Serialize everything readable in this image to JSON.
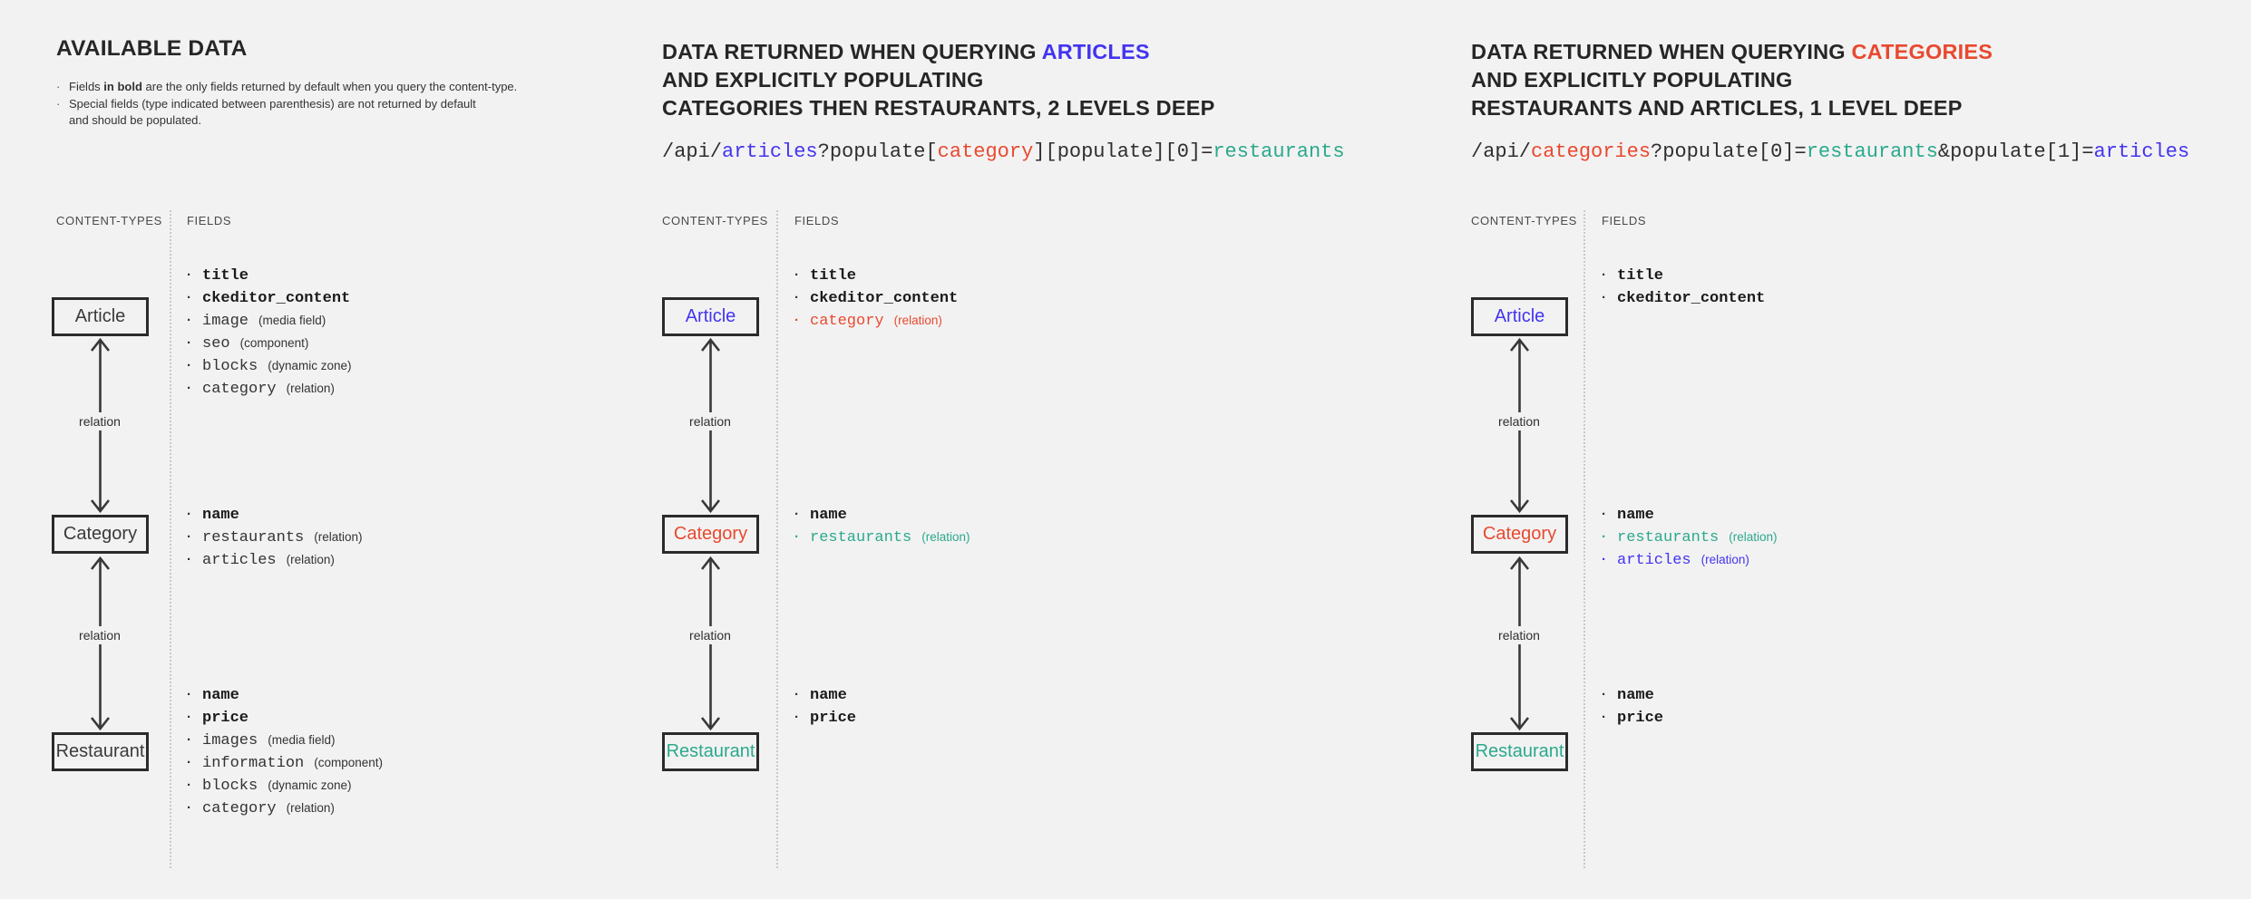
{
  "colors": {
    "blue": "#4334f0",
    "red": "#e8492f",
    "teal": "#2ba98c",
    "dark": "#2f2f2f",
    "background": "#f2f2f2",
    "box_border": "#2b2b2b"
  },
  "left": {
    "title": "AVAILABLE DATA",
    "notes": {
      "n1_pre": "Fields ",
      "n1_bold": "in bold",
      "n1_post": " are the only fields returned by default when you query the content-type.",
      "n2_line1": "Special fields (type indicated between parenthesis) are not returned by default",
      "n2_line2": "and should be populated."
    },
    "content_types_label": "CONTENT-TYPES",
    "fields_label": "FIELDS",
    "relation": "relation",
    "article": {
      "label": "Article",
      "lcls": "box-label",
      "fields": [
        {
          "name": "title",
          "type": "",
          "rcls": "row",
          "ncls": "fname b"
        },
        {
          "name": "ckeditor_content",
          "type": "",
          "rcls": "row",
          "ncls": "fname b"
        },
        {
          "name": "image",
          "type": "(media field)",
          "rcls": "row",
          "ncls": "fname"
        },
        {
          "name": "seo",
          "type": "(component)",
          "rcls": "row",
          "ncls": "fname"
        },
        {
          "name": "blocks",
          "type": "(dynamic zone)",
          "rcls": "row",
          "ncls": "fname"
        },
        {
          "name": "category",
          "type": "(relation)",
          "rcls": "row",
          "ncls": "fname"
        }
      ]
    },
    "category": {
      "label": "Category",
      "lcls": "box-label",
      "fields": [
        {
          "name": "name",
          "type": "",
          "rcls": "row",
          "ncls": "fname b"
        },
        {
          "name": "restaurants",
          "type": "(relation)",
          "rcls": "row",
          "ncls": "fname"
        },
        {
          "name": "articles",
          "type": "(relation)",
          "rcls": "row",
          "ncls": "fname"
        }
      ]
    },
    "restaurant": {
      "label": "Restaurant",
      "lcls": "box-label",
      "fields": [
        {
          "name": "name",
          "type": "",
          "rcls": "row",
          "ncls": "fname b"
        },
        {
          "name": "price",
          "type": "",
          "rcls": "row",
          "ncls": "fname b"
        },
        {
          "name": "images",
          "type": "(media field)",
          "rcls": "row",
          "ncls": "fname"
        },
        {
          "name": "information",
          "type": "(component)",
          "rcls": "row",
          "ncls": "fname"
        },
        {
          "name": "blocks",
          "type": "(dynamic zone)",
          "rcls": "row",
          "ncls": "fname"
        },
        {
          "name": "category",
          "type": "(relation)",
          "rcls": "row",
          "ncls": "fname"
        }
      ]
    }
  },
  "middle": {
    "title_line1_pre": "DATA RETURNED WHEN QUERYING ",
    "title_line1_hl": "ARTICLES",
    "title_hl_cls": "blue",
    "title_line2": "AND EXPLICITLY POPULATING",
    "title_line3": "CATEGORIES THEN RESTAURANTS, 2 LEVELS DEEP",
    "code": [
      {
        "t": "/api/",
        "cls": "tok dark"
      },
      {
        "t": "articles",
        "cls": "tok blue"
      },
      {
        "t": "?populate[",
        "cls": "tok dark"
      },
      {
        "t": "category",
        "cls": "tok red"
      },
      {
        "t": "][populate][0]=",
        "cls": "tok dark"
      },
      {
        "t": "restaurants",
        "cls": "tok teal"
      }
    ],
    "content_types_label": "CONTENT-TYPES",
    "fields_label": "FIELDS",
    "relation": "relation",
    "article": {
      "label": "Article",
      "lcls": "box-label blue",
      "fields": [
        {
          "name": "title",
          "type": "",
          "rcls": "row",
          "ncls": "fname b"
        },
        {
          "name": "ckeditor_content",
          "type": "",
          "rcls": "row",
          "ncls": "fname b"
        },
        {
          "name": "category",
          "type": "(relation)",
          "rcls": "row red",
          "ncls": "fname"
        }
      ]
    },
    "category": {
      "label": "Category",
      "lcls": "box-label red",
      "fields": [
        {
          "name": "name",
          "type": "",
          "rcls": "row",
          "ncls": "fname b"
        },
        {
          "name": "restaurants",
          "type": "(relation)",
          "rcls": "row teal",
          "ncls": "fname"
        }
      ]
    },
    "restaurant": {
      "label": "Restaurant",
      "lcls": "box-label teal",
      "fields": [
        {
          "name": "name",
          "type": "",
          "rcls": "row",
          "ncls": "fname b"
        },
        {
          "name": "price",
          "type": "",
          "rcls": "row",
          "ncls": "fname b"
        }
      ]
    }
  },
  "right": {
    "title_line1_pre": "DATA RETURNED WHEN QUERYING ",
    "title_line1_hl": "CATEGORIES",
    "title_hl_cls": "red",
    "title_line2": "AND EXPLICITLY POPULATING",
    "title_line3": "RESTAURANTS AND ARTICLES, 1 LEVEL DEEP",
    "code": [
      {
        "t": "/api/",
        "cls": "tok dark"
      },
      {
        "t": "categories",
        "cls": "tok red"
      },
      {
        "t": "?populate[0]=",
        "cls": "tok dark"
      },
      {
        "t": "restaurants",
        "cls": "tok teal"
      },
      {
        "t": "&populate[1]=",
        "cls": "tok dark"
      },
      {
        "t": "articles",
        "cls": "tok blue"
      }
    ],
    "content_types_label": "CONTENT-TYPES",
    "fields_label": "FIELDS",
    "relation": "relation",
    "article": {
      "label": "Article",
      "lcls": "box-label blue",
      "fields": [
        {
          "name": "title",
          "type": "",
          "rcls": "row",
          "ncls": "fname b"
        },
        {
          "name": "ckeditor_content",
          "type": "",
          "rcls": "row",
          "ncls": "fname b"
        }
      ]
    },
    "category": {
      "label": "Category",
      "lcls": "box-label red",
      "fields": [
        {
          "name": "name",
          "type": "",
          "rcls": "row",
          "ncls": "fname b"
        },
        {
          "name": "restaurants",
          "type": "(relation)",
          "rcls": "row teal",
          "ncls": "fname"
        },
        {
          "name": "articles",
          "type": "(relation)",
          "rcls": "row blue",
          "ncls": "fname"
        }
      ]
    },
    "restaurant": {
      "label": "Restaurant",
      "lcls": "box-label teal",
      "fields": [
        {
          "name": "name",
          "type": "",
          "rcls": "row",
          "ncls": "fname b"
        },
        {
          "name": "price",
          "type": "",
          "rcls": "row",
          "ncls": "fname b"
        }
      ]
    }
  }
}
